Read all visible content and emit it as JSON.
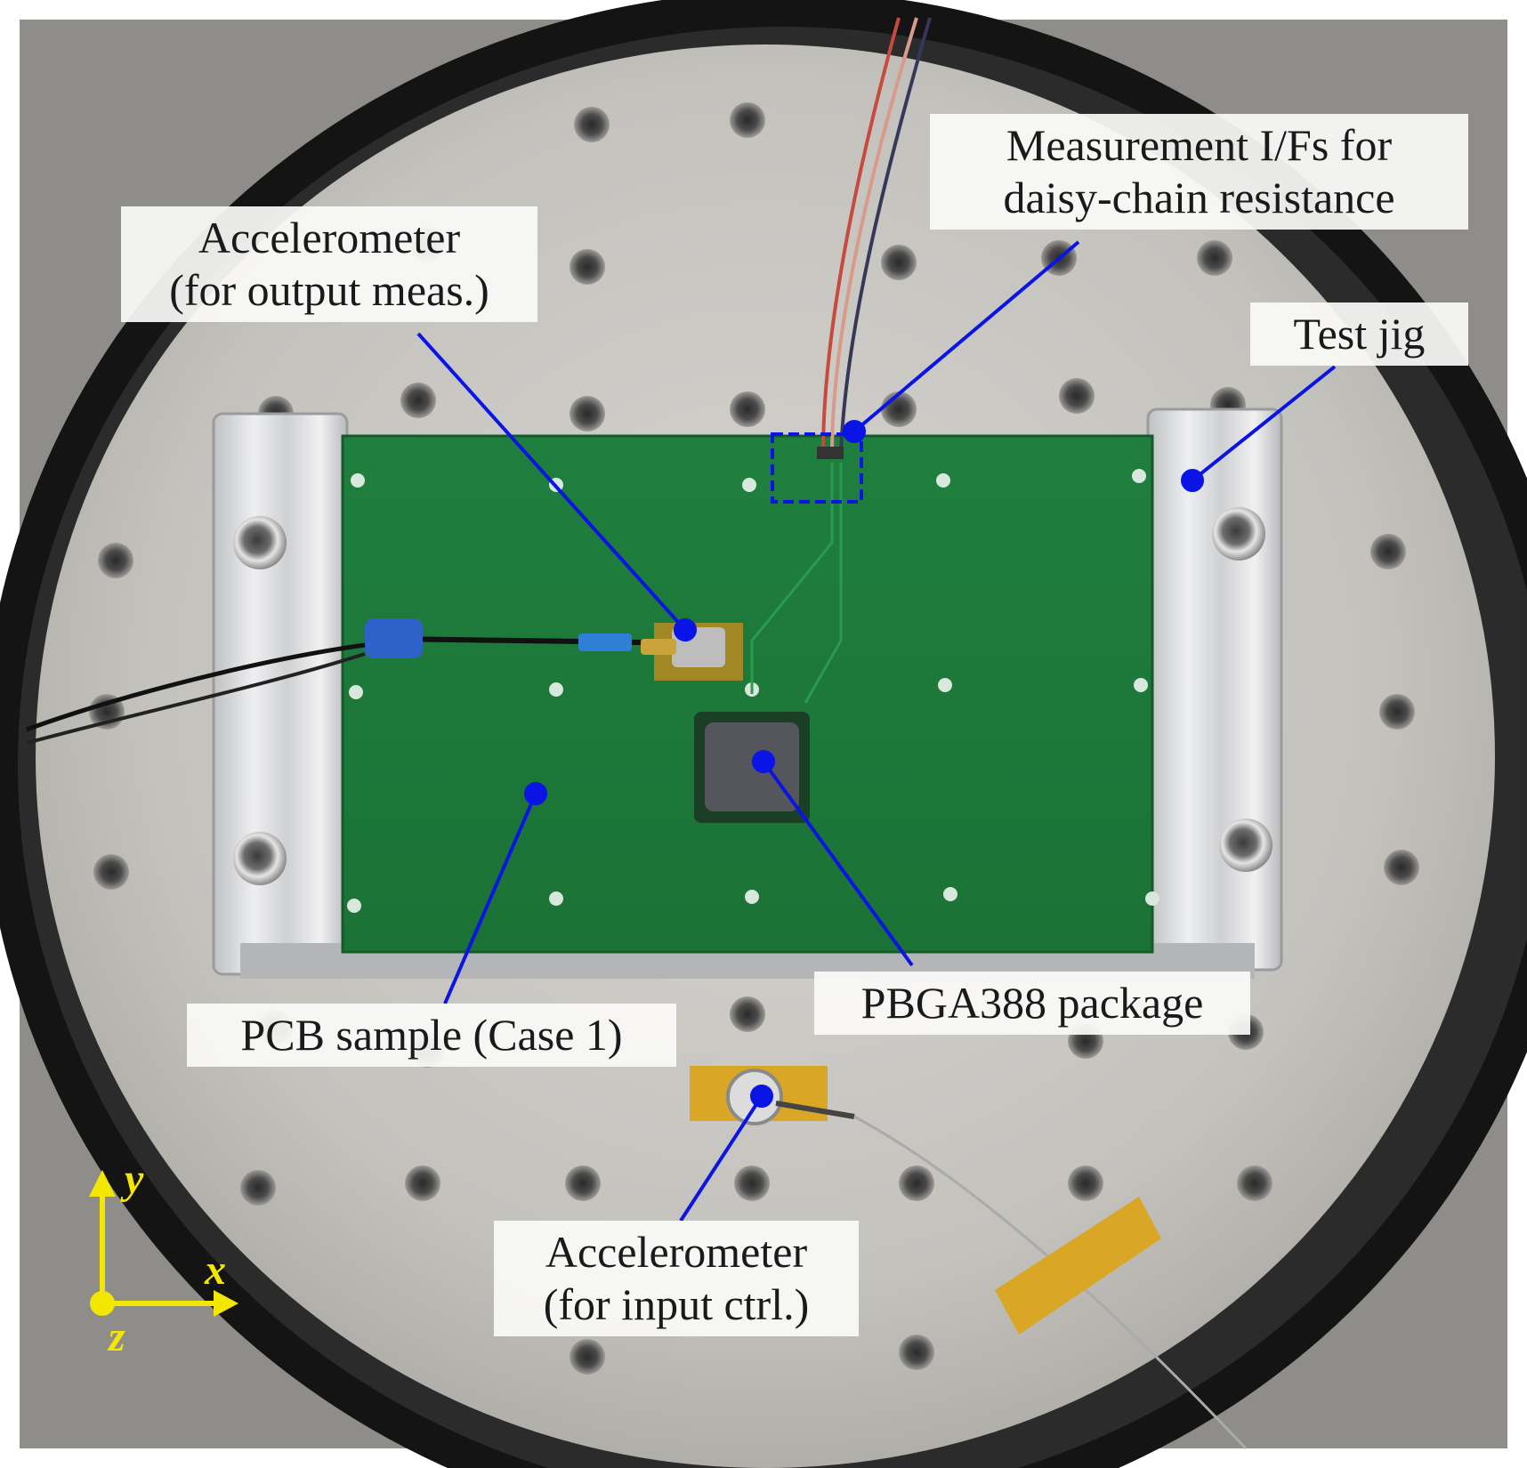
{
  "labels": {
    "measurement_if_line1": "Measurement I/Fs for",
    "measurement_if_line2": "daisy-chain resistance",
    "accel_output_line1": "Accelerometer",
    "accel_output_line2": "(for output meas.)",
    "test_jig": "Test jig",
    "pcb_sample": "PCB sample (Case 1)",
    "pbga_package": "PBGA388 package",
    "accel_input_line1": "Accelerometer",
    "accel_input_line2": "(for input ctrl.)"
  },
  "axes": {
    "y": "y",
    "x": "x",
    "z": "z"
  },
  "colors": {
    "leader_line": "#0a14e6",
    "axis_marker": "#f3e600",
    "pcb": "#1e7a3c",
    "plate": "#c9c7c2",
    "ring": "#151515",
    "jig": "#d9dadb",
    "tape": "#d9a626",
    "chip": "#55555c"
  }
}
